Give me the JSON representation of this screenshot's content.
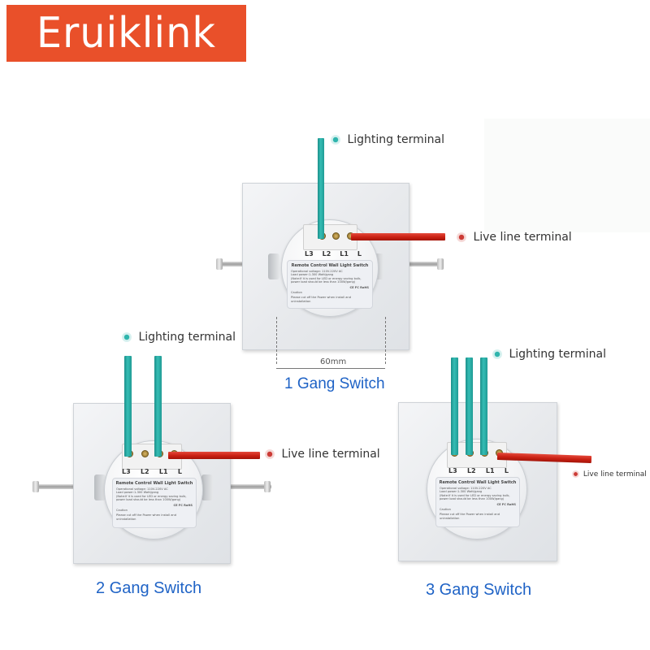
{
  "brand": {
    "logo_text": "Eruiklink",
    "color": "#e9502a"
  },
  "callouts": {
    "lighting_terminal": "Lighting terminal",
    "live_line_terminal": "Live line terminal"
  },
  "dimension": {
    "width_label": "60mm"
  },
  "switches": [
    {
      "caption": "1 Gang Switch",
      "terminal_labels": [
        "L3",
        "L2",
        "L1",
        "L"
      ]
    },
    {
      "caption": "2 Gang Switch",
      "terminal_labels": [
        "L3",
        "L2",
        "L1",
        "L"
      ]
    },
    {
      "caption": "3 Gang Switch",
      "terminal_labels": [
        "L3",
        "L2",
        "L1",
        "L"
      ]
    }
  ],
  "module_card": {
    "title": "Remote Control Wall Light Switch",
    "specs": "Operational voltage: 110V-220V AC\nLoad power:1-300 Watt/gang\n(Note:If it is used for LED or energy saving bulb, power load should be less than 100W/gang)",
    "cert": "CE FC RoHS",
    "caution_title": "Caution",
    "caution_text": "Please cut off the Power when install and uninstallation"
  },
  "colors": {
    "wire_lighting": "#2fb5ad",
    "wire_live": "#cc1f14",
    "caption_blue": "#1f63c6"
  }
}
